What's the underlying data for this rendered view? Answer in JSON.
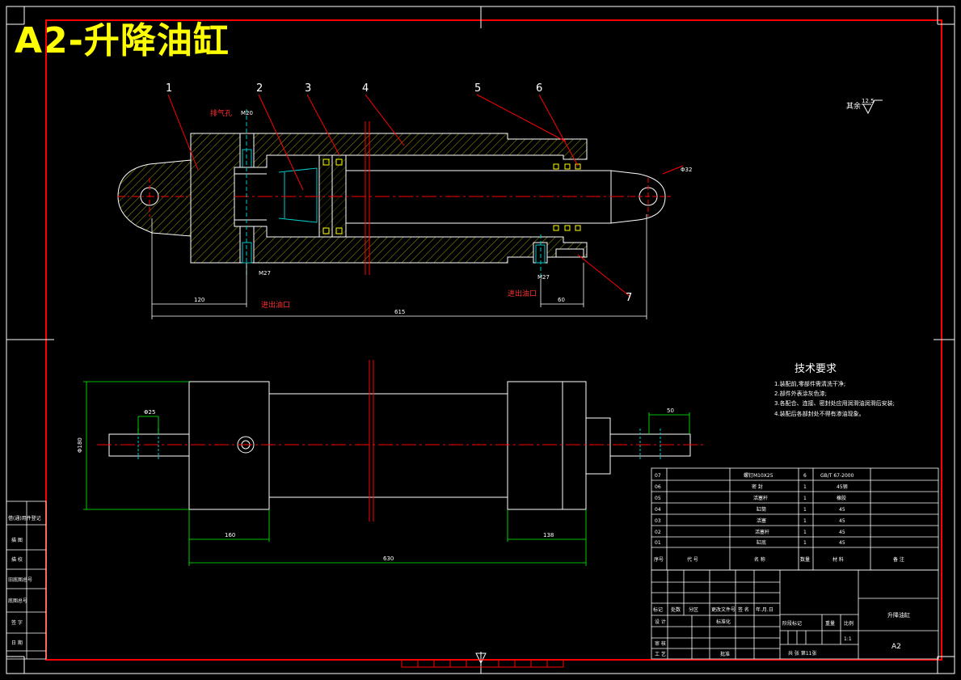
{
  "title": "A2-升降油缸",
  "balloons": [
    "1",
    "2",
    "3",
    "4",
    "5",
    "6",
    "7"
  ],
  "annotations": {
    "vent": "排气孔",
    "port_left": "进出油口",
    "port_right": "进出油口",
    "thread_top": "M20",
    "thread_left": "M27",
    "thread_right": "M27",
    "pin_dia": "Φ32",
    "roughness_label": "其余",
    "roughness_value": "12.5"
  },
  "dims": {
    "d120": "120",
    "d60": "60",
    "d615": "615",
    "d25": "Φ25",
    "d50": "50",
    "d180": "Φ180",
    "d160": "160",
    "d138": "138",
    "d630": "630"
  },
  "tech": {
    "title": "技术要求",
    "items": [
      "1.装配前,零部件需清洗干净;",
      "2.部件外表涂灰色漆;",
      "3.各配合、连接、密封处应用润滑油润滑后安装;",
      "4.装配后各部封处不得有渗油现象。"
    ]
  },
  "bom": {
    "rows": [
      {
        "no": "07",
        "code": "",
        "name": "螺钉M10X25",
        "qty": "6",
        "mat": "GB/T 67-2000"
      },
      {
        "no": "06",
        "code": "",
        "name": "密 封",
        "qty": "1",
        "mat": "45钢"
      },
      {
        "no": "05",
        "code": "",
        "name": "活塞杆",
        "qty": "1",
        "mat": "橡胶"
      },
      {
        "no": "04",
        "code": "",
        "name": "缸筒",
        "qty": "1",
        "mat": "45"
      },
      {
        "no": "03",
        "code": "",
        "name": "活塞",
        "qty": "1",
        "mat": "45"
      },
      {
        "no": "02",
        "code": "",
        "name": "活塞杆",
        "qty": "1",
        "mat": "45"
      },
      {
        "no": "01",
        "code": "",
        "name": "缸底",
        "qty": "1",
        "mat": "45"
      }
    ],
    "header": {
      "no": "序号",
      "code": "代 号",
      "name": "名 称",
      "qty": "数量",
      "mat": "材 料",
      "note": "备 注"
    }
  },
  "title_block": {
    "mark": "标记",
    "count": "处数",
    "zone": "分区",
    "change_doc": "更改文件号",
    "sign": "签 名",
    "date": "年.月.日",
    "design": "设 计",
    "std": "标准化",
    "review": "审 核",
    "process": "工 艺",
    "approve": "批准",
    "stage": "阶段标记",
    "weight": "重量",
    "scale": "比例",
    "scale_val": "1:1",
    "drawing_name": "升降油缸",
    "sheet_info": "共  张  第11张",
    "size": "A2"
  },
  "side_block": [
    "借(通)用件登记",
    "",
    "描 图",
    "描 校",
    "旧底图总号",
    "底图总号",
    "签 字",
    "日 期"
  ]
}
